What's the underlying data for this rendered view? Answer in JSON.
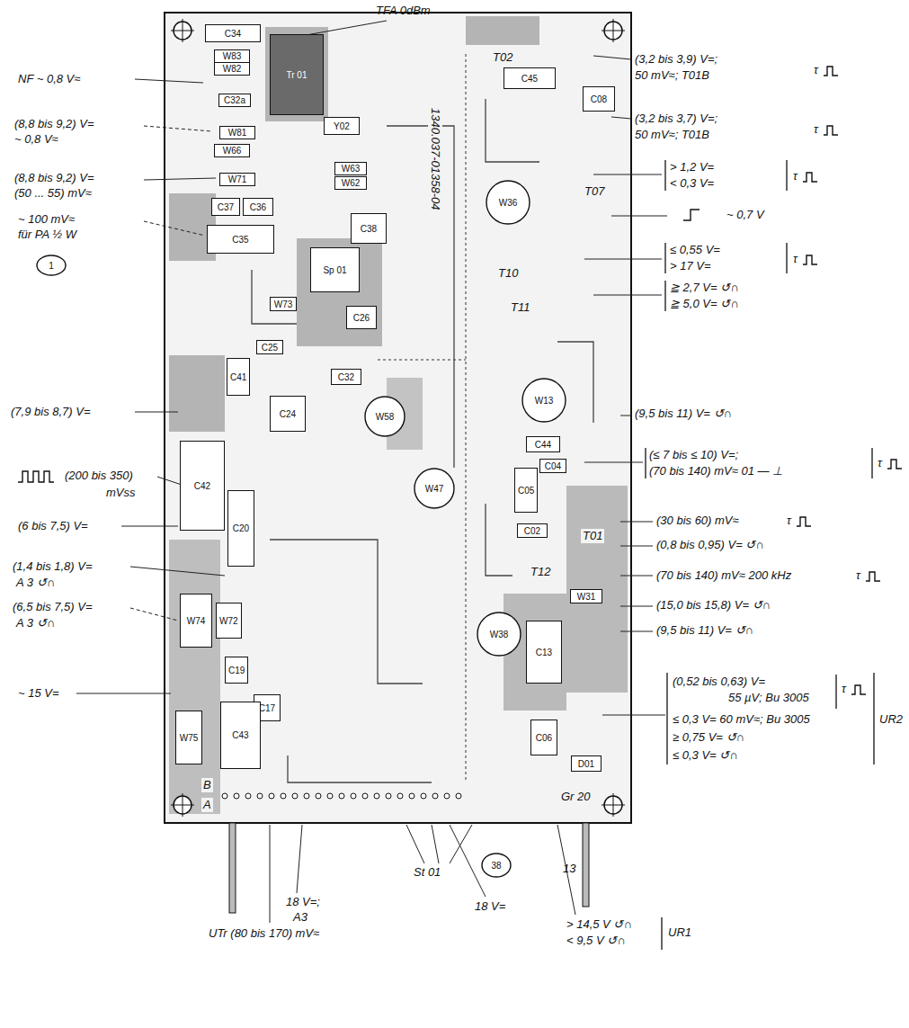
{
  "diagram": {
    "nodes": [
      {
        "text": [
          "1"
        ]
      },
      {
        "text": [
          "C34"
        ]
      },
      {
        "text": [
          "Tr 01"
        ]
      },
      {
        "text": [
          "W83"
        ]
      },
      {
        "text": [
          "W82"
        ]
      },
      {
        "text": [
          "C32a"
        ]
      },
      {
        "text": [
          "W81"
        ]
      },
      {
        "text": [
          "W66"
        ]
      },
      {
        "text": [
          "Y02"
        ]
      },
      {
        "text": [
          "W71"
        ]
      },
      {
        "text": [
          "W63"
        ]
      },
      {
        "text": [
          "W62"
        ]
      },
      {
        "text": [
          "C37"
        ]
      },
      {
        "text": [
          "C36"
        ]
      },
      {
        "text": [
          "C35"
        ]
      },
      {
        "text": [
          "C38"
        ]
      },
      {
        "text": [
          "Sp 01"
        ]
      },
      {
        "text": [
          "W73"
        ]
      },
      {
        "text": [
          "C26"
        ]
      },
      {
        "text": [
          "C25"
        ]
      },
      {
        "text": [
          "C32"
        ]
      },
      {
        "text": [
          "C41"
        ]
      },
      {
        "text": [
          "C24"
        ]
      },
      {
        "text": [
          "W58"
        ]
      },
      {
        "text": [
          "C42"
        ]
      },
      {
        "text": [
          "C20"
        ]
      },
      {
        "text": [
          "W47"
        ]
      },
      {
        "text": [
          "W74"
        ]
      },
      {
        "text": [
          "W72"
        ]
      },
      {
        "text": [
          "C19"
        ]
      },
      {
        "text": [
          "C17"
        ]
      },
      {
        "text": [
          "W75"
        ]
      },
      {
        "text": [
          "C43"
        ]
      },
      {
        "text": [
          "C45"
        ]
      },
      {
        "text": [
          "C08"
        ]
      },
      {
        "text": [
          "W36"
        ]
      },
      {
        "text": [
          "W13"
        ]
      },
      {
        "text": [
          "C44"
        ]
      },
      {
        "text": [
          "C04"
        ]
      },
      {
        "text": [
          "C05"
        ]
      },
      {
        "text": [
          "C02"
        ]
      },
      {
        "text": [
          "W38"
        ]
      },
      {
        "text": [
          "C13"
        ]
      },
      {
        "text": [
          "W31"
        ]
      },
      {
        "text": [
          "C06"
        ]
      },
      {
        "text": [
          "D01"
        ]
      },
      {
        "text": [
          "38"
        ]
      }
    ],
    "labels": [
      "TFA 0dBm",
      "NF ~ 0,8 V≈",
      "(8,8 bis 9,2) V=",
      "~ 0,8 V≈",
      "(8,8 bis 9,2) V=",
      "(50 ... 55) mV≈",
      "~ 100 mV≈",
      "für PA ½ W",
      "(7,9 bis 8,7) V=",
      "(200 bis 350)",
      "mVss",
      "(6 bis 7,5) V=",
      "(1,4 bis 1,8) V=",
      "A 3 ↺∩",
      "(6,5 bis 7,5) V=",
      "A 3 ↺∩",
      "~ 15 V=",
      "1340.037-01358-04",
      "St 01",
      "A",
      "B",
      "UTr (80 bis 170) mV≈",
      "18 V=;",
      "A3",
      "18 V=",
      "> 14,5 V ↺∩",
      "< 9,5 V ↺∩",
      "UR1",
      "(3,2 bis 3,9) V=;",
      "50 mV≈; T01B",
      "τ",
      "(3,2 bis 3,7) V=;",
      "50 mV≈; T01B",
      "τ",
      "> 1,2 V=",
      "< 0,3 V=",
      "τ",
      "~ 0,7 V",
      "≤ 0,55 V=",
      "> 17 V=",
      "τ",
      "≧ 2,7 V= ↺∩",
      "≧ 5,0 V= ↺∩",
      "(9,5 bis 11) V= ↺∩",
      "(≤ 7 bis ≤ 10) V=;",
      "(70 bis 140) mV≈ 01 — ⊥",
      "τ",
      "(30 bis 60) mV≈",
      "τ",
      "(0,8 bis 0,95) V= ↺∩",
      "(70 bis 140) mV≈ 200 kHz",
      "τ",
      "(15,0 bis 15,8) V= ↺∩",
      "(9,5 bis 11) V= ↺∩",
      "(0,52 bis 0,63) V=",
      "55 µV; Bu 3005",
      "τ",
      "≤ 0,3 V= 60 mV≈; Bu 3005",
      "≥ 0,75 V= ↺∩",
      "≤ 0,3 V= ↺∩",
      "UR2",
      "T02",
      "T07",
      "T10",
      "T11",
      "T01",
      "T12",
      "Gr 20",
      "13"
    ]
  }
}
